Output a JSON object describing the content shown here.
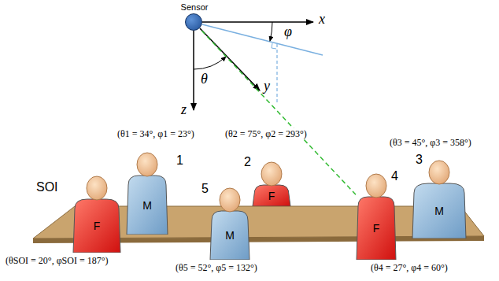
{
  "diagram": {
    "nodes": [
      {
        "text": [
          "Sensor"
        ]
      },
      {
        "text": [
          "1",
          "M"
        ]
      },
      {
        "text": [
          "2",
          "F"
        ]
      },
      {
        "text": [
          "3",
          "M"
        ]
      },
      {
        "text": [
          "SOI",
          "F"
        ]
      },
      {
        "text": [
          "5",
          "M"
        ]
      },
      {
        "text": [
          "4",
          "F"
        ]
      }
    ],
    "edges": [
      {
        "from": 0,
        "to": 6,
        "arrow": "none"
      }
    ],
    "labels": [
      "x",
      "φ",
      "y",
      "θ",
      "z",
      "(θ1 = 34°, φ1 = 23°)",
      "(θ2 = 75°, φ2 = 293°)",
      "(θ3 = 45°, φ3 = 358°)",
      "(θSOI = 20°, φSOI = 187°)",
      "(θ5 = 52°, φ5 = 132°)",
      "(θ4 = 27°, φ4 = 60°)"
    ]
  }
}
